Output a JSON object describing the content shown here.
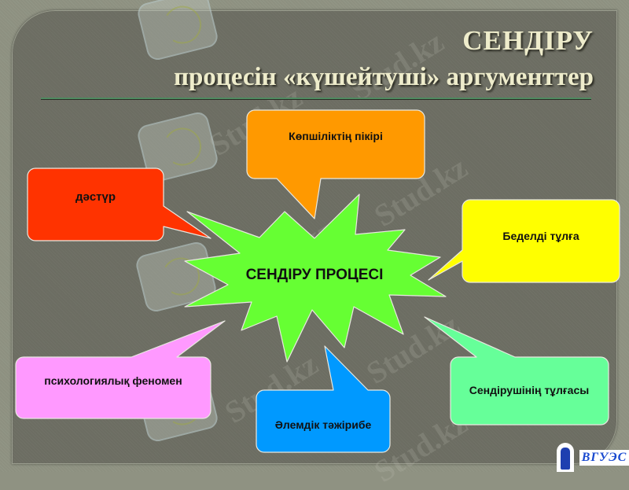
{
  "slide": {
    "title_line1": "СЕНДІРУ",
    "title_line2": "процесін «күшейтуші» аргументтер"
  },
  "center": {
    "label": "СЕНДІРУ ПРОЦЕСІ",
    "color": "#66ff33"
  },
  "callouts": [
    {
      "id": "tradition",
      "label": "дәстүр",
      "color": "#ff3300"
    },
    {
      "id": "majority-opinion",
      "label": "Көпшіліктің пікірі",
      "color": "#ff9900"
    },
    {
      "id": "authority-figure",
      "label": "Беделді тұлға",
      "color": "#ffff00"
    },
    {
      "id": "psych-phenomenon",
      "label": "психологиялық феномен",
      "color": "#ff99ff"
    },
    {
      "id": "world-experience",
      "label": "Әлемдік тәжірибе",
      "color": "#0099ff"
    },
    {
      "id": "persuader-personality",
      "label": "Сендірушінің тұлғасы",
      "color": "#66ff99"
    }
  ],
  "watermark": {
    "text": "Stud.kz"
  },
  "logo": {
    "text": "ВГУЭС"
  }
}
